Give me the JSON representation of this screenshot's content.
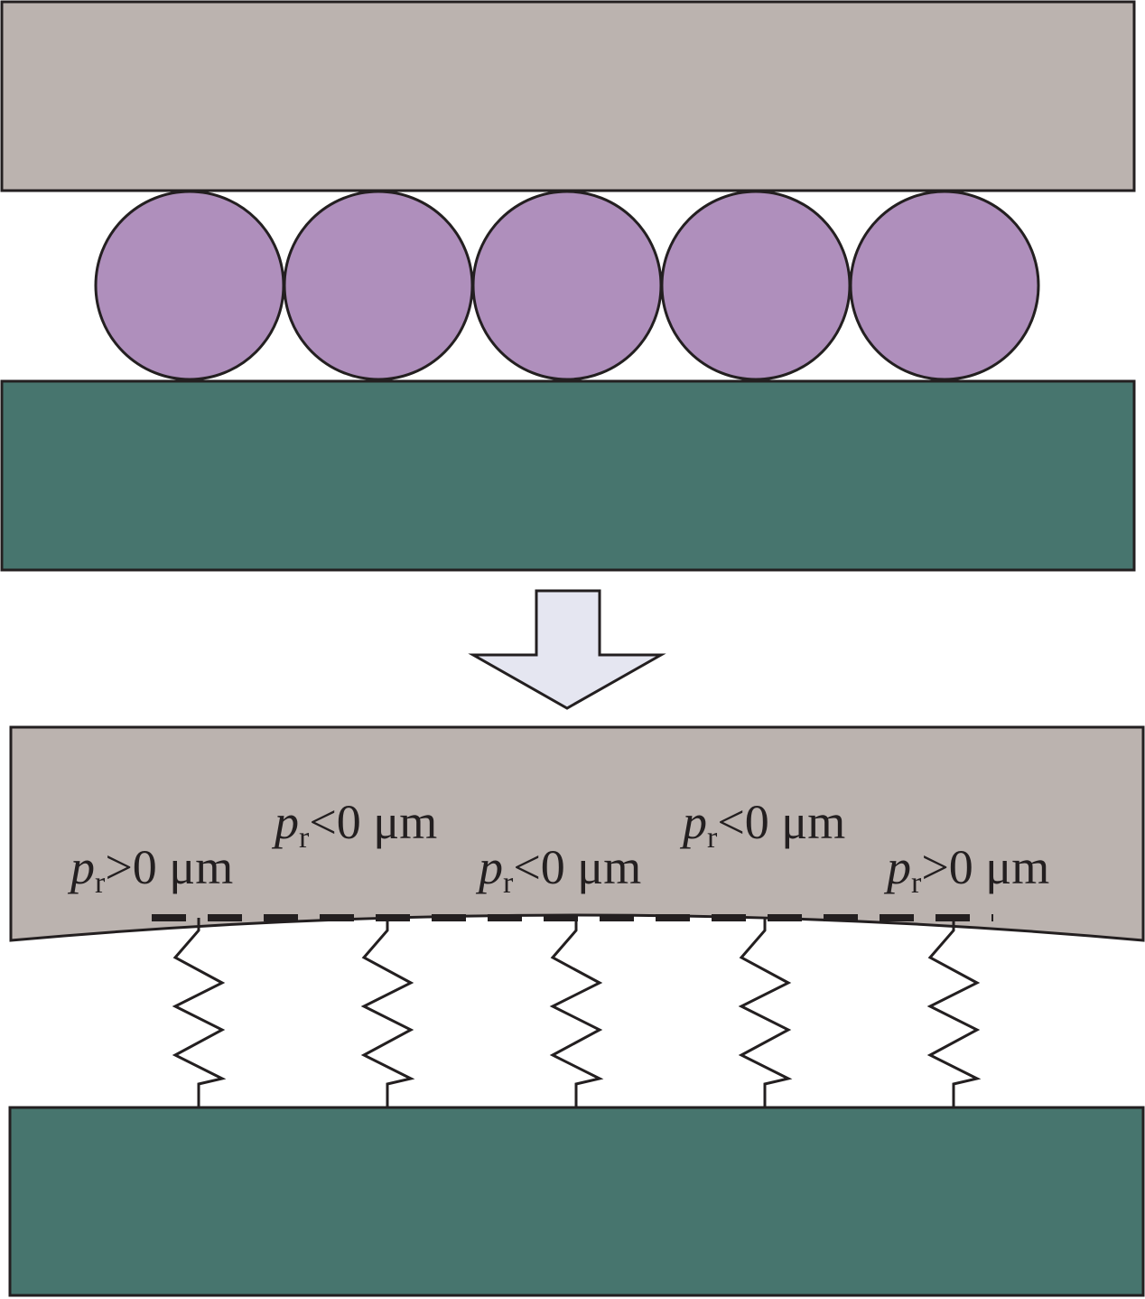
{
  "colors": {
    "upper_plate": "#bbb3af",
    "lower_plate": "#47756e",
    "particle": "#af8fbc",
    "arrow_fill": "#e5e6f1",
    "outline": "#231f20"
  },
  "top_panel": {
    "particle_count": 5
  },
  "bottom_panel": {
    "spring_count": 5,
    "labels": [
      {
        "symbol": "p",
        "subscript": "r",
        "relation": ">0 μm"
      },
      {
        "symbol": "p",
        "subscript": "r",
        "relation": "<0 μm"
      },
      {
        "symbol": "p",
        "subscript": "r",
        "relation": "<0 μm"
      },
      {
        "symbol": "p",
        "subscript": "r",
        "relation": "<0 μm"
      },
      {
        "symbol": "p",
        "subscript": "r",
        "relation": ">0 μm"
      }
    ]
  }
}
